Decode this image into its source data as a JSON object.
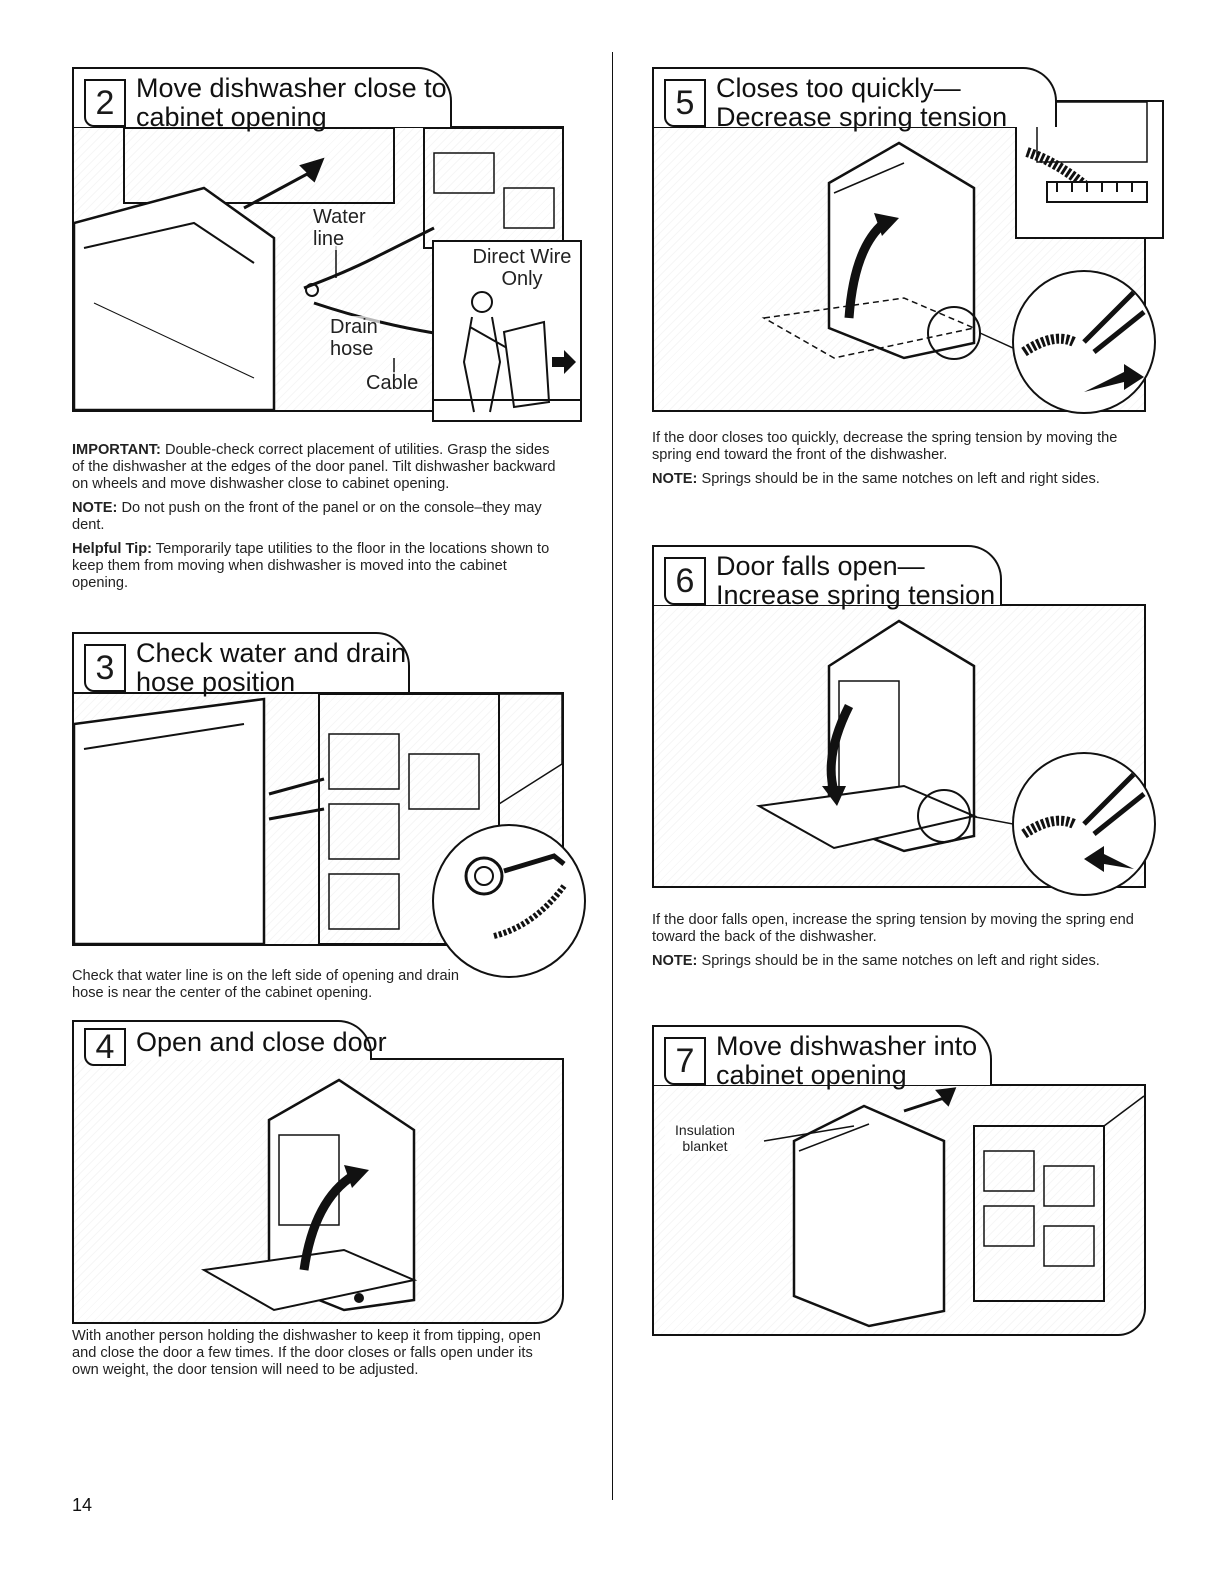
{
  "page_number": "14",
  "steps": {
    "s2": {
      "number": "2",
      "title_line1": "Move dishwasher close to",
      "title_line2": "cabinet opening",
      "callouts": {
        "water_line": "Water line",
        "drain_hose": "Drain hose",
        "cable": "Cable",
        "direct_wire": "Direct Wire Only"
      },
      "important_label": "IMPORTANT:",
      "important_text": " Double-check correct placement of utilities. Grasp the sides of the dishwasher at the edges of the door panel. Tilt dishwasher backward on wheels and move dishwasher close to cabinet opening.",
      "note_label": "NOTE:",
      "note_text": " Do not push on the front of the panel or on the console–they may dent.",
      "tip_label": "Helpful Tip:",
      "tip_text": " Temporarily tape utilities to the floor in the locations shown to keep them from moving when dishwasher is moved into the cabinet opening."
    },
    "s3": {
      "number": "3",
      "title_line1": "Check water and drain",
      "title_line2": "hose position",
      "text": "Check that water line is on the left side of opening and drain hose is near the center of the cabinet opening."
    },
    "s4": {
      "number": "4",
      "title_line1": "Open and close door",
      "text": "With another person holding the dishwasher to keep it from tipping, open and close the door a few times. If the door closes or falls open under its own weight, the door tension will need to be adjusted."
    },
    "s5": {
      "number": "5",
      "title_line1": "Closes too quickly—",
      "title_line2": "Decrease spring tension",
      "text": "If the door closes too quickly, decrease the spring tension by moving the spring end toward the front of the dishwasher.",
      "note_label": "NOTE:",
      "note_text": " Springs should be in the same notches on left and right sides."
    },
    "s6": {
      "number": "6",
      "title_line1": "Door falls open—",
      "title_line2": "Increase spring tension",
      "text": "If the door falls open, increase the spring tension by moving the spring end toward the back of the dishwasher.",
      "note_label": "NOTE:",
      "note_text": " Springs should be in the same notches on left and right sides."
    },
    "s7": {
      "number": "7",
      "title_line1": "Move dishwasher into",
      "title_line2": "cabinet opening",
      "callouts": {
        "insulation": "Insulation blanket"
      }
    }
  }
}
